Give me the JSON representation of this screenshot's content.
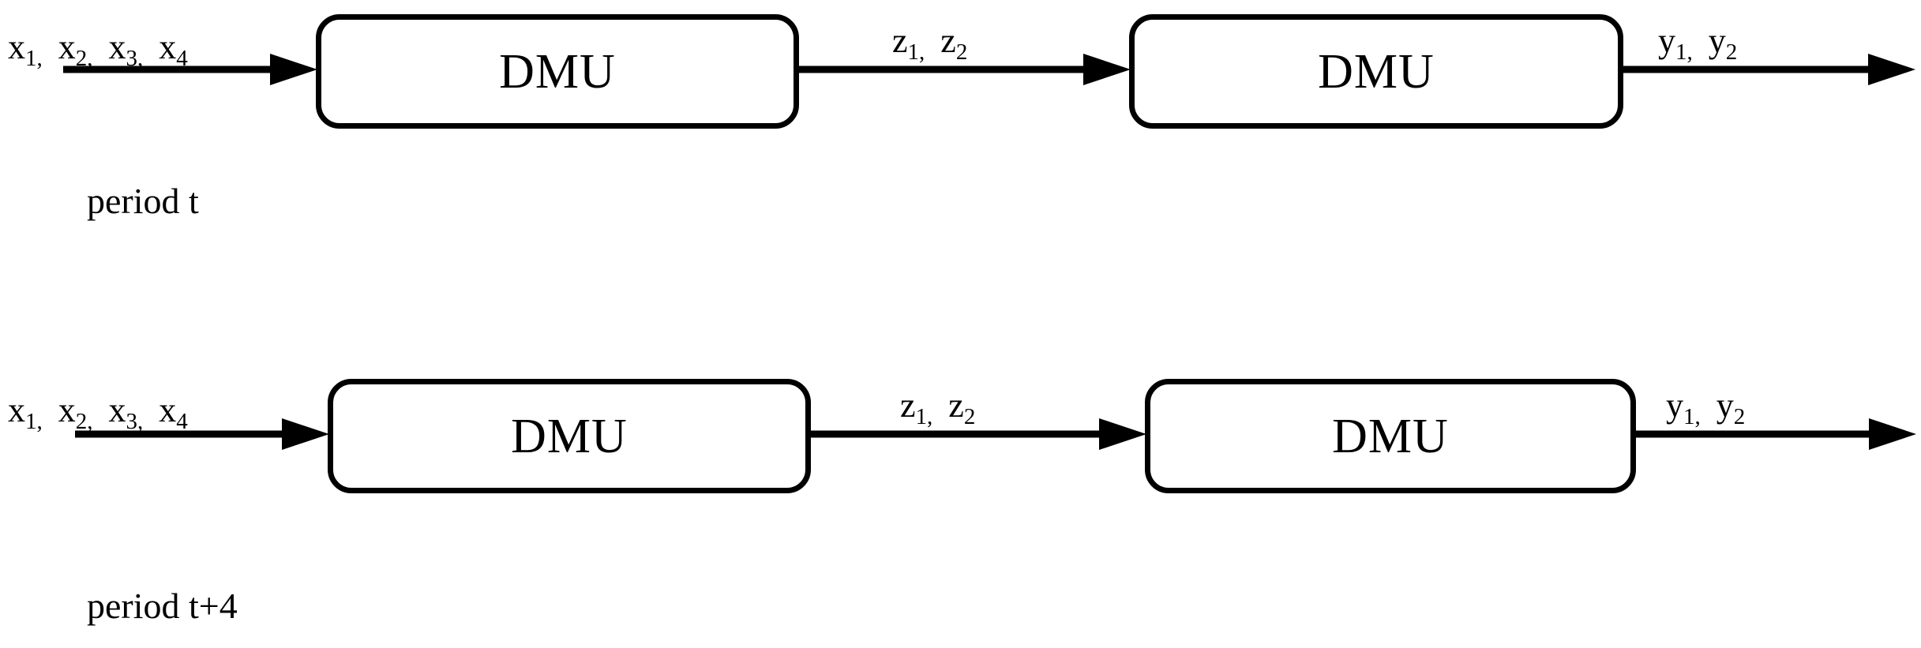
{
  "diagram": {
    "title": "Two-stage network DMU process over periods",
    "background_color": "#ffffff",
    "stroke_color": "#000000",
    "rows": [
      {
        "period_caption": "period t",
        "inputs": {
          "symbols": [
            {
              "base": "x",
              "sub": "1",
              "sep": ","
            },
            {
              "base": "x",
              "sub": "2",
              "sep": ","
            },
            {
              "base": "x",
              "sub": "3",
              "sep": ","
            },
            {
              "base": "x",
              "sub": "4",
              "sep": ""
            }
          ]
        },
        "stage1": {
          "label": "DMU"
        },
        "intermediates": {
          "symbols": [
            {
              "base": "z",
              "sub": "1",
              "sep": ","
            },
            {
              "base": "z",
              "sub": "2",
              "sep": ""
            }
          ]
        },
        "stage2": {
          "label": "DMU"
        },
        "outputs": {
          "symbols": [
            {
              "base": "y",
              "sub": "1",
              "sep": ","
            },
            {
              "base": "y",
              "sub": "2",
              "sep": ""
            }
          ]
        }
      },
      {
        "period_caption": "period t+4",
        "inputs": {
          "symbols": [
            {
              "base": "x",
              "sub": "1",
              "sep": ","
            },
            {
              "base": "x",
              "sub": "2",
              "sep": ","
            },
            {
              "base": "x",
              "sub": "3",
              "sep": ","
            },
            {
              "base": "x",
              "sub": "4",
              "sep": ""
            }
          ]
        },
        "stage1": {
          "label": "DMU"
        },
        "intermediates": {
          "symbols": [
            {
              "base": "z",
              "sub": "1",
              "sep": ","
            },
            {
              "base": "z",
              "sub": "2",
              "sep": ""
            }
          ]
        },
        "stage2": {
          "label": "DMU"
        },
        "outputs": {
          "symbols": [
            {
              "base": "y",
              "sub": "1",
              "sep": ","
            },
            {
              "base": "y",
              "sub": "2",
              "sep": ""
            }
          ]
        }
      }
    ]
  }
}
